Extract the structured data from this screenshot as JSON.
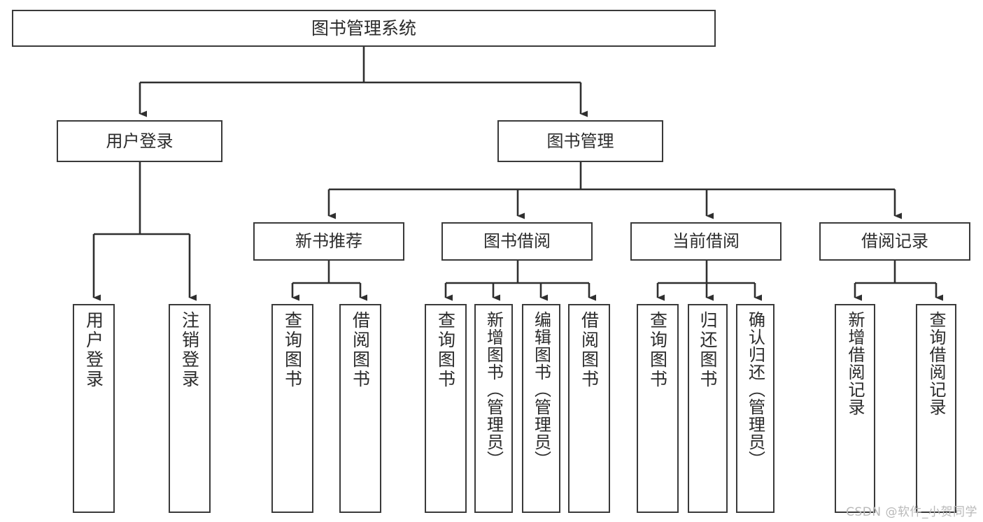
{
  "diagram": {
    "title": "图书管理系统",
    "type": "tree-structure-chart",
    "root": {
      "label": "图书管理系统"
    },
    "level2": [
      {
        "label": "用户登录"
      },
      {
        "label": "图书管理"
      }
    ],
    "level3": [
      {
        "label": "新书推荐"
      },
      {
        "label": "图书借阅"
      },
      {
        "label": "当前借阅"
      },
      {
        "label": "借阅记录"
      }
    ],
    "leaves": {
      "user_login": [
        {
          "label": "用户登录"
        },
        {
          "label": "注销登录"
        }
      ],
      "new_book_recommend": [
        {
          "label": "查询图书"
        },
        {
          "label": "借阅图书"
        }
      ],
      "book_borrow": [
        {
          "label": "查询图书"
        },
        {
          "label": "新增图书（管理员）"
        },
        {
          "label": "编辑图书（管理员）"
        },
        {
          "label": "借阅图书"
        }
      ],
      "current_borrow": [
        {
          "label": "查询图书"
        },
        {
          "label": "归还图书"
        },
        {
          "label": "确认归还（管理员）"
        }
      ],
      "borrow_record": [
        {
          "label": "新增借阅记录"
        },
        {
          "label": "查询借阅记录"
        }
      ]
    }
  },
  "watermark": {
    "text": "CSDN @软件_小贺同学"
  },
  "colors": {
    "border": "#3a3a3a",
    "text": "#2b2b2b",
    "background": "#ffffff",
    "watermark": "#b9b9b9"
  }
}
